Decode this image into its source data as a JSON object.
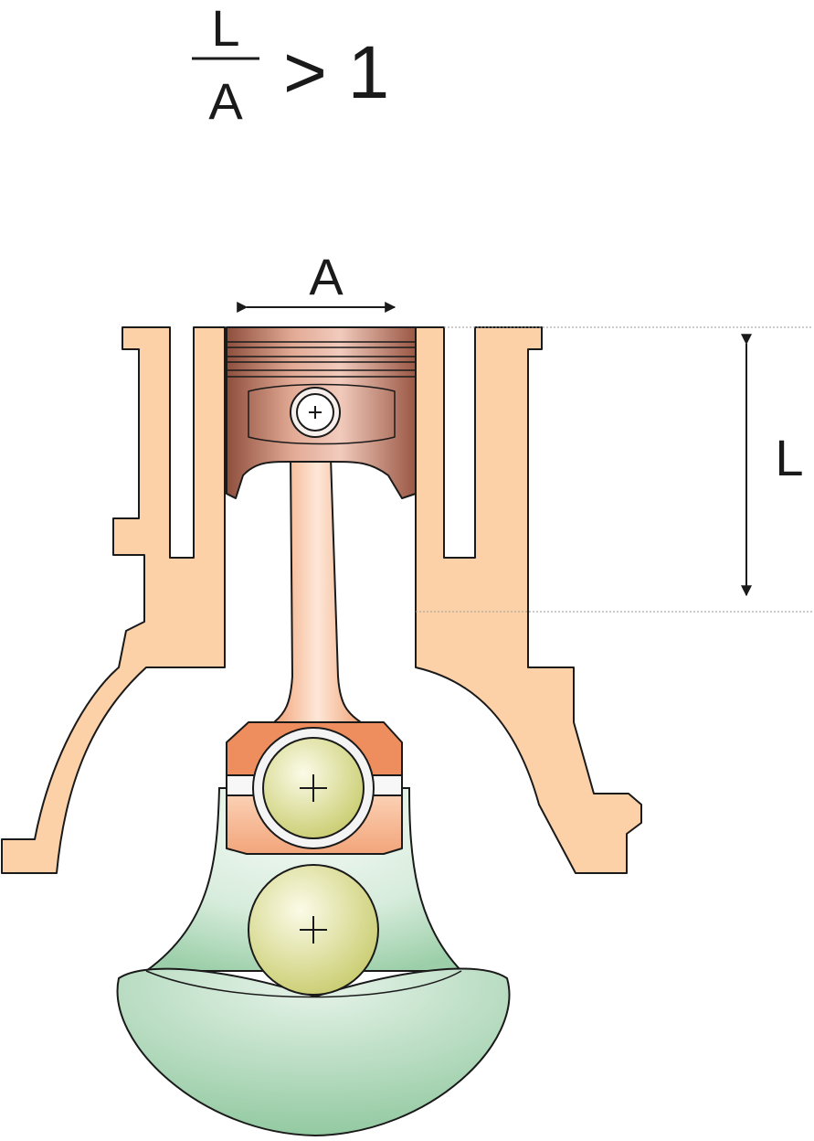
{
  "formula": {
    "numerator": "L",
    "denominator": "A",
    "relation": "> 1"
  },
  "dimensions": {
    "bore_label": "A",
    "stroke_label": "L"
  },
  "colors": {
    "block": "#fcd1a8",
    "piston": "#c9866f",
    "rod": "#f6b58b",
    "rod_big_end": "#ee8e5f",
    "journal": "#e5e6a9",
    "counterweight": "#a8d6b4",
    "outline": "#1a1a1a"
  }
}
